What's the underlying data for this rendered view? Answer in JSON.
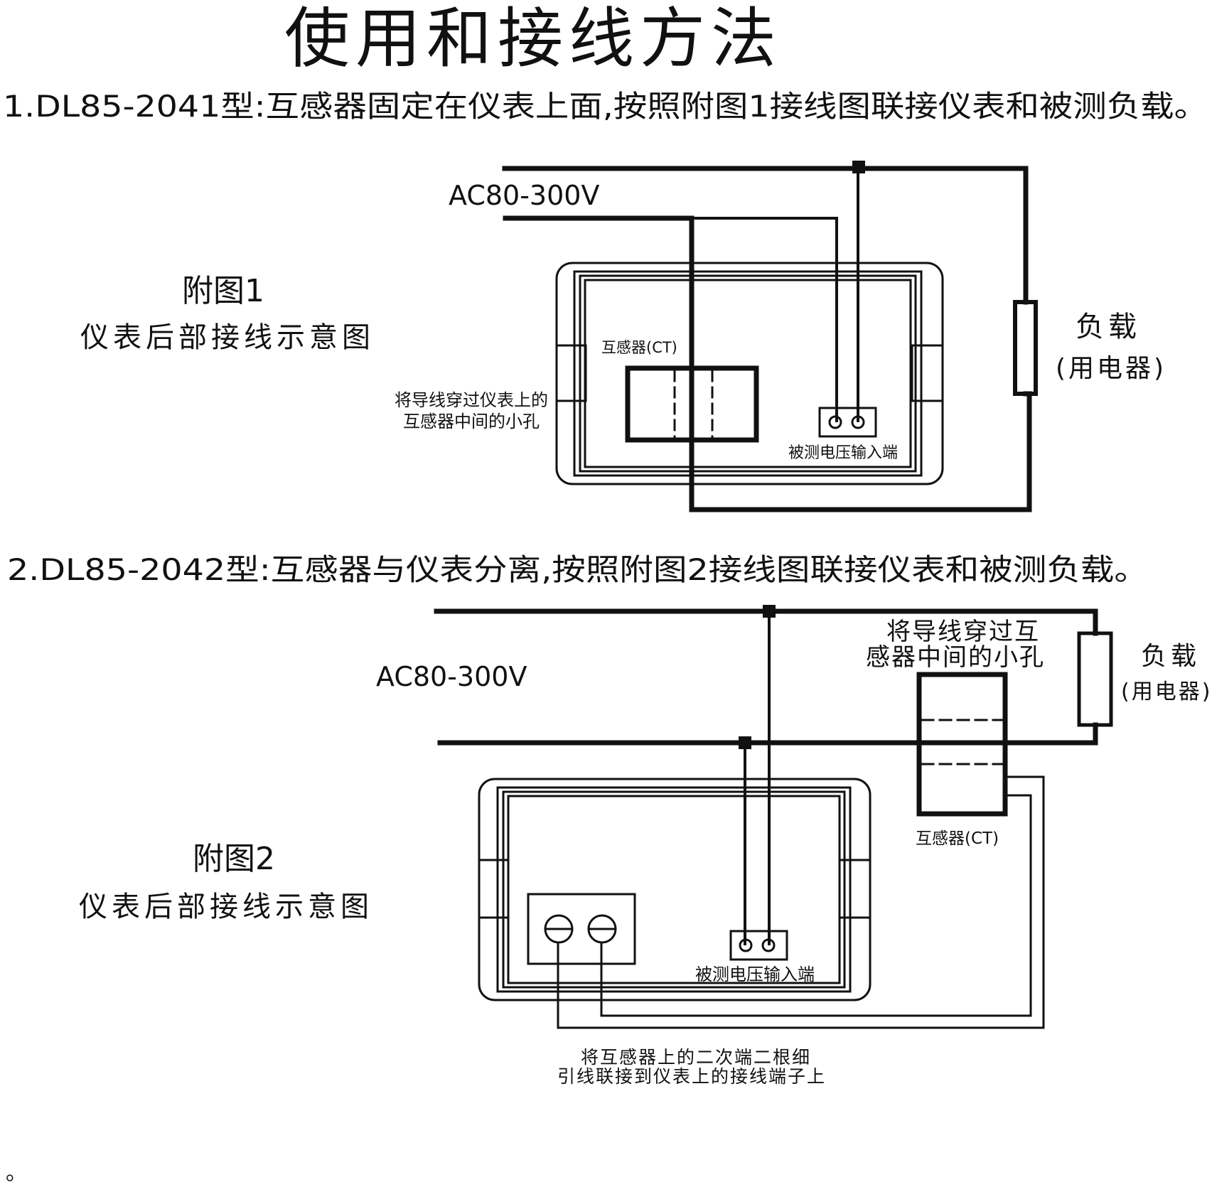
{
  "title": "使用和接线方法",
  "section1": {
    "heading": "1.DL85-2041型:互感器固定在仪表上面,按照附图1接线图联接仪表和被测负载。",
    "voltage": "AC80-300V",
    "figure_label": "附图1",
    "figure_caption": "仪表后部接线示意图",
    "load_label": "负载",
    "load_sub": "(用电器)",
    "ct_label": "互感器(CT)",
    "wire_note_line1": "将导线穿过仪表上的",
    "wire_note_line2": "互感器中间的小孔",
    "voltage_terminal_label": "被测电压输入端"
  },
  "section2": {
    "heading": "2.DL85-2042型:互感器与仪表分离,按照附图2接线图联接仪表和被测负载。",
    "voltage": "AC80-300V",
    "figure_label": "附图2",
    "figure_caption": "仪表后部接线示意图",
    "load_label": "负载",
    "load_sub": "(用电器)",
    "ct_label": "互感器(CT)",
    "wire_note_line1": "将导线穿过互",
    "wire_note_line2": "感器中间的小孔",
    "voltage_terminal_label": "被测电压输入端",
    "secondary_note_line1": "将互感器上的二次端二根细",
    "secondary_note_line2": "引线联接到仪表上的接线端子上"
  },
  "footer_mark": "。"
}
